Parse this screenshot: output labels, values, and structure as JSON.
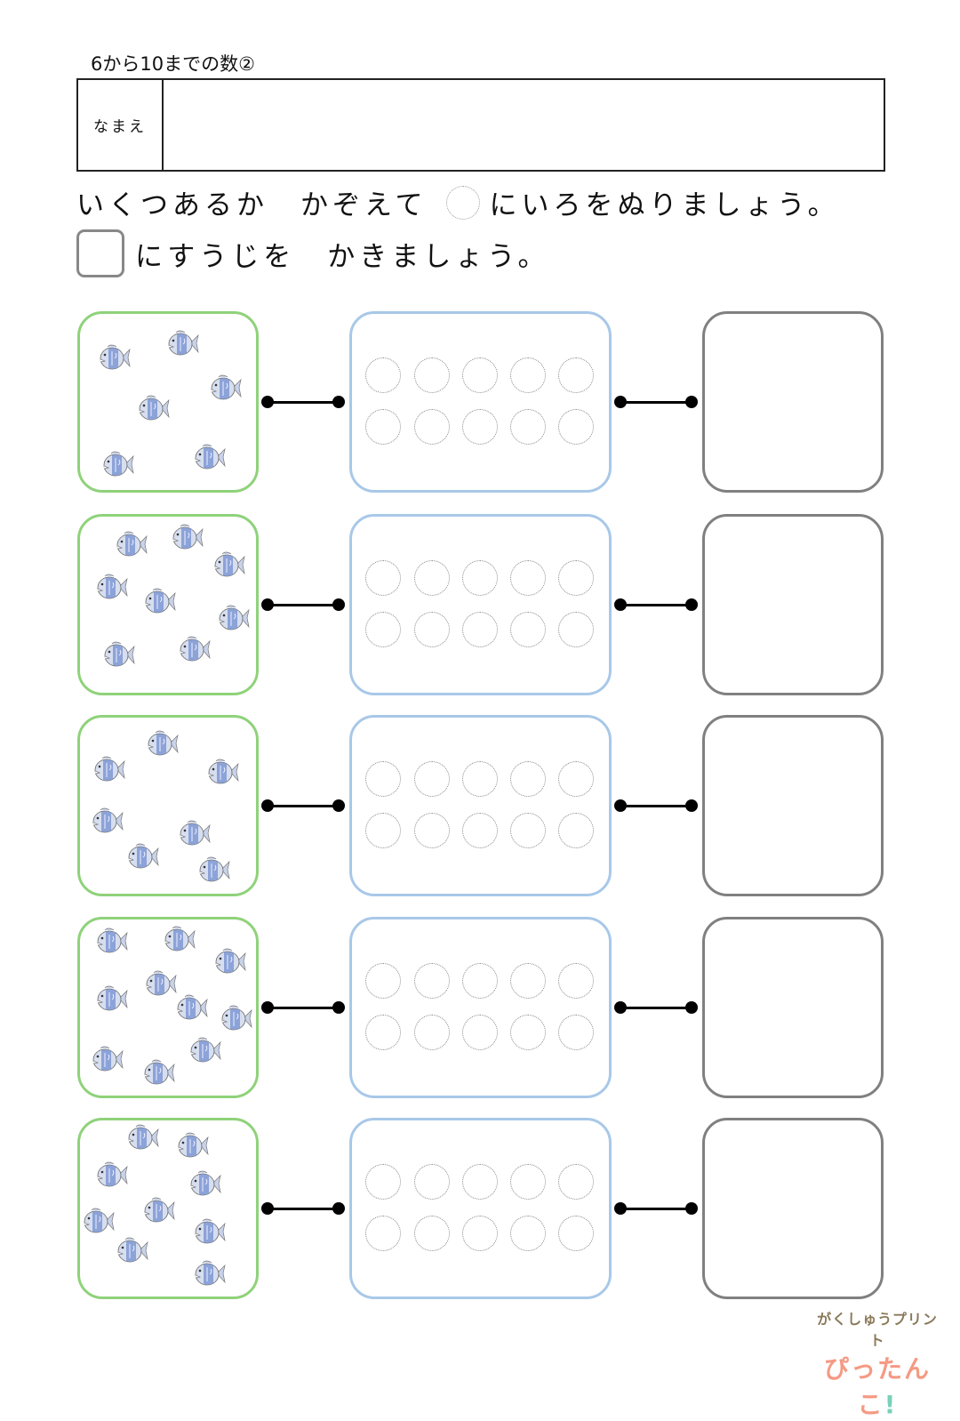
{
  "header": {
    "title": "6から10までの数②",
    "name_label": "なまえ"
  },
  "instructions": {
    "line1_before": "いくつあるか　かぞえて",
    "line1_after": "にいろをぬりましょう。",
    "line2_after": "にすうじを　かきましょう。"
  },
  "problems": [
    {
      "fish_count": 6
    },
    {
      "fish_count": 8
    },
    {
      "fish_count": 7
    },
    {
      "fish_count": 10
    },
    {
      "fish_count": 9
    }
  ],
  "circles_per_box": 10,
  "colors": {
    "fish_box_border": "#8fd27a",
    "circle_box_border": "#a8c8e8",
    "answer_box_border": "#808080",
    "fish_body": "#8ca3d8"
  },
  "logo": {
    "line1": "がくしゅうプリント",
    "line2": "ぴったんこ!"
  }
}
